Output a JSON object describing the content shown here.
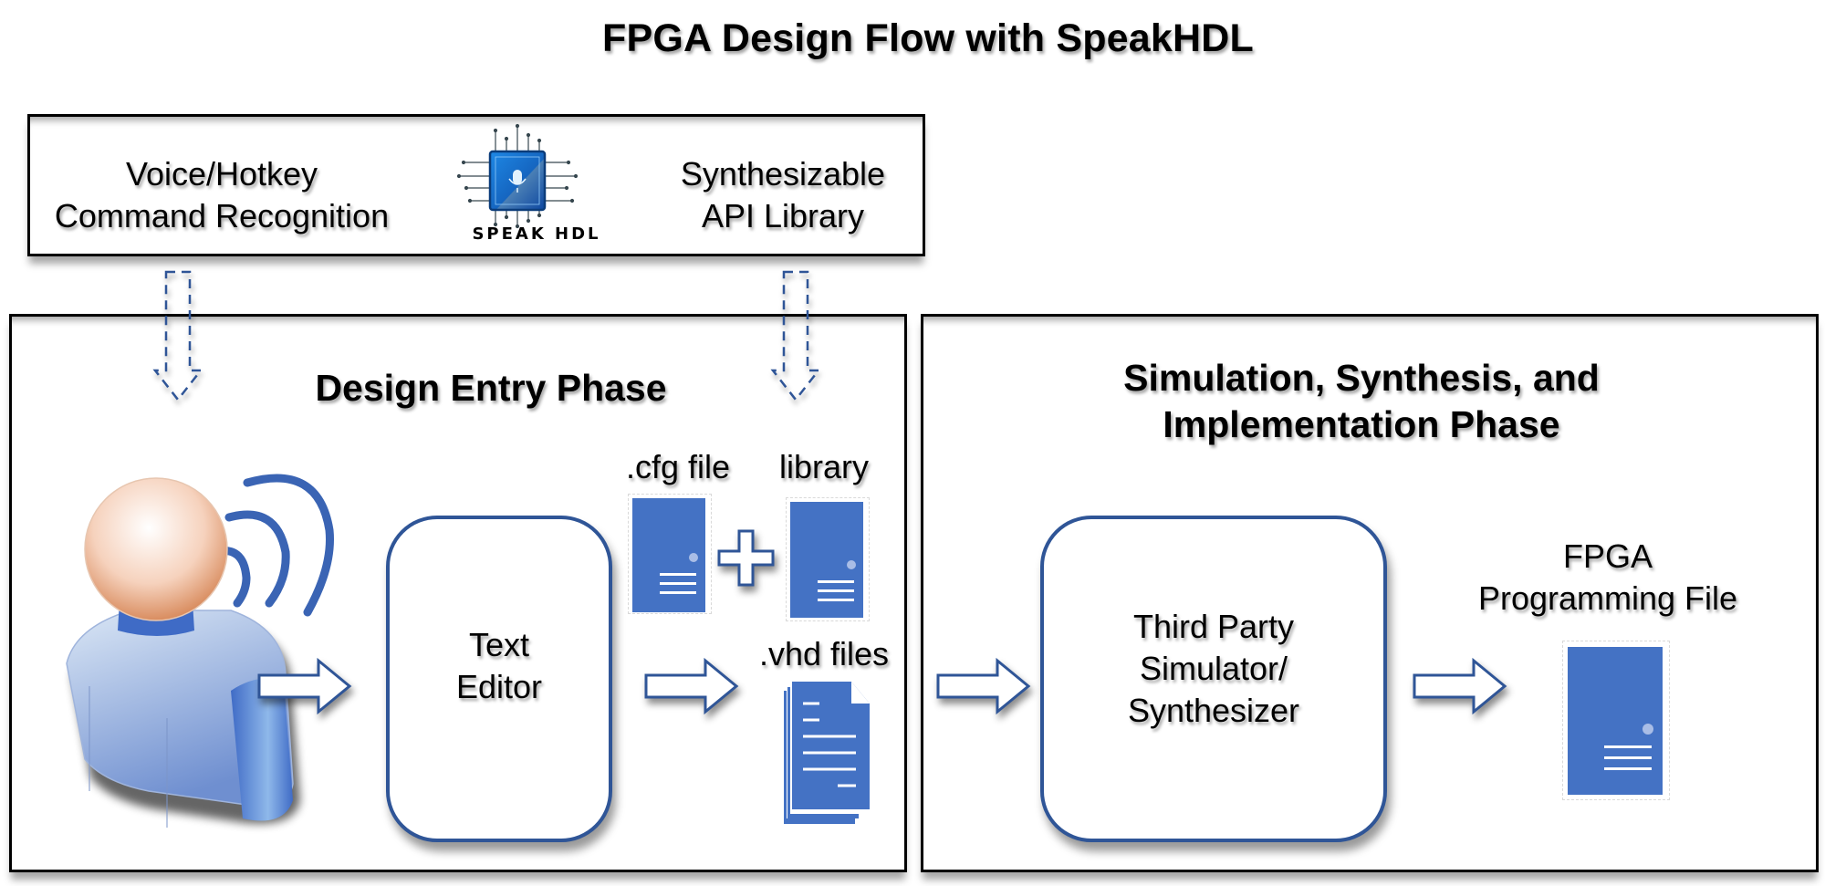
{
  "title": "FPGA Design Flow with SpeakHDL",
  "top_box": {
    "left_label_line1": "Voice/Hotkey",
    "left_label_line2": "Command Recognition",
    "logo_text": "SPEAK HDL",
    "right_label_line1": "Synthesizable",
    "right_label_line2": "API Library"
  },
  "design_entry": {
    "heading": "Design Entry Phase",
    "user_icon": "user-speaking-icon",
    "text_editor_line1": "Text",
    "text_editor_line2": "Editor",
    "cfg_label": ".cfg file",
    "library_label": "library",
    "vhd_label": ".vhd files"
  },
  "implementation": {
    "heading_line1": "Simulation, Synthesis, and",
    "heading_line2": "Implementation Phase",
    "tool_line1": "Third Party",
    "tool_line2": "Simulator/",
    "tool_line3": "Synthesizer",
    "output_line1": "FPGA",
    "output_line2": "Programming File"
  },
  "colors": {
    "accent_blue": "#4472c4",
    "outline_blue": "#2f5597",
    "frame_black": "#000000"
  }
}
